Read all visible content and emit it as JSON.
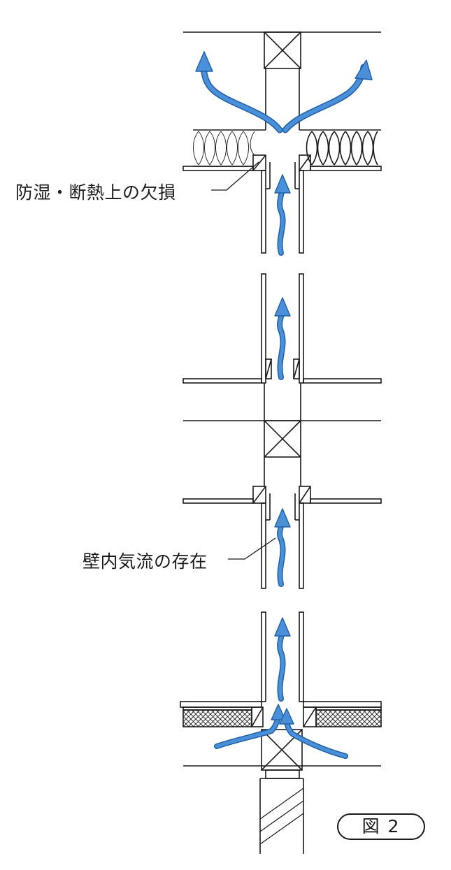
{
  "labels": {
    "vapor_barrier_defect": "防湿・断熱上の欠損",
    "wall_air_flow": "壁内気流の存在"
  },
  "figure_number": "図 2",
  "colors": {
    "arrow_fill": "#4a90d9",
    "arrow_stroke": "#1f5fa8",
    "line": "#1a1a1a",
    "background": "#ffffff"
  },
  "icons": [
    "air-flow-arrow",
    "timber-cross-section",
    "insulation-batt",
    "crosshatch-material",
    "hatched-foundation"
  ]
}
